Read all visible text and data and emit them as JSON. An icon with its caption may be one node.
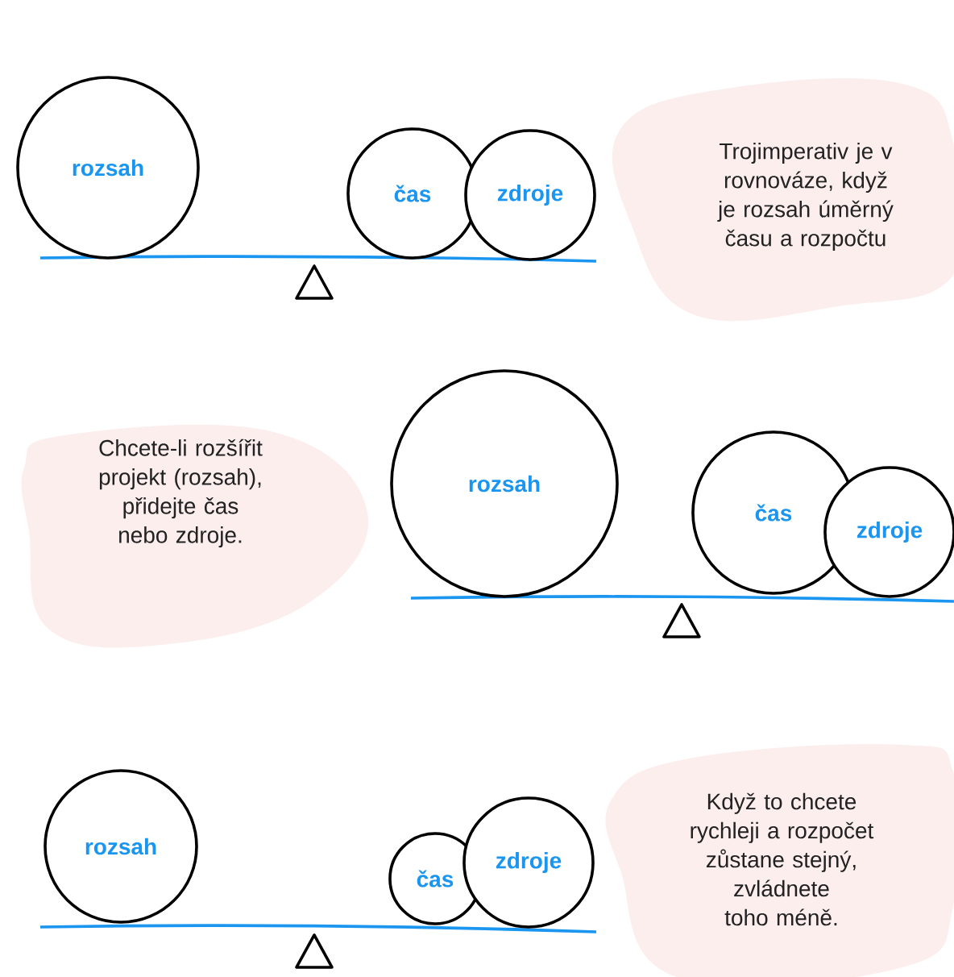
{
  "diagram": {
    "nodes": [
      {
        "text": [
          "rozsah"
        ]
      },
      {
        "text": [
          "čas"
        ]
      },
      {
        "text": [
          "zdroje"
        ]
      },
      {
        "text": [
          "Trojimperativ je v rovnováze, když je rozsah úměrný času a rozpočtu"
        ]
      },
      {
        "text": [
          "Chcete-li rozšířit projekt (rozsah), přidejte čas nebo zdroje."
        ]
      },
      {
        "text": [
          "rozsah"
        ]
      },
      {
        "text": [
          "čas"
        ]
      },
      {
        "text": [
          "zdroje"
        ]
      },
      {
        "text": [
          "rozsah"
        ]
      },
      {
        "text": [
          "čas"
        ]
      },
      {
        "text": [
          "zdroje"
        ]
      },
      {
        "text": [
          "Když to chcete rychleji a rozpočet zůstane stejný, zvládnete toho méně."
        ]
      }
    ],
    "edges": []
  }
}
